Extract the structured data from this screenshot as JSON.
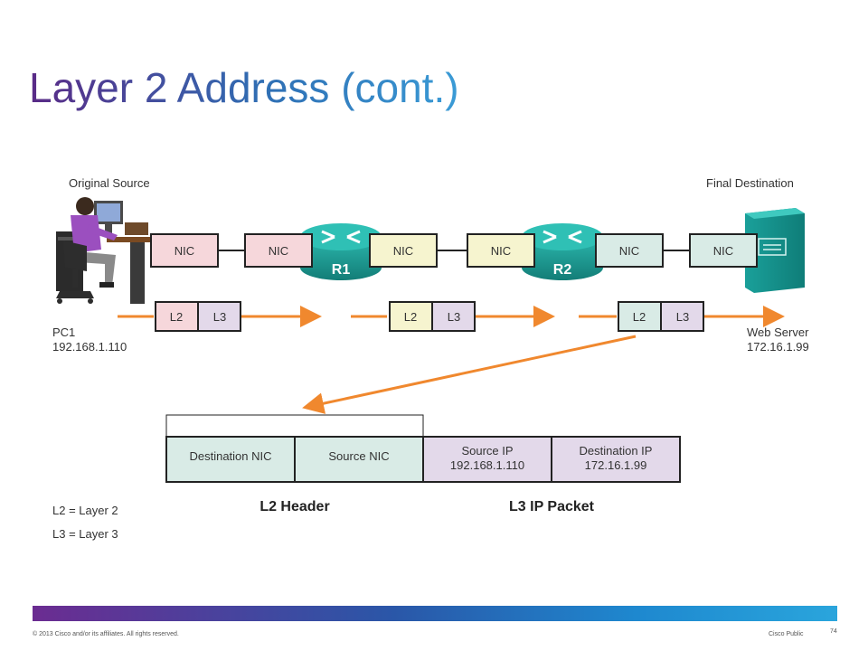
{
  "title": "Layer 2 Address (cont.)",
  "original_source_label": "Original Source",
  "final_destination_label": "Final Destination",
  "pc": {
    "name": "PC1",
    "ip": "192.168.1.110"
  },
  "server": {
    "name": "Web Server",
    "ip": "172.16.1.99"
  },
  "nic_label": "NIC",
  "routers": [
    "R1",
    "R2"
  ],
  "packet_labels": {
    "l2": "L2",
    "l3": "L3"
  },
  "frame": {
    "dest_nic": "Destination NIC",
    "source_nic": "Source NIC",
    "source_ip_label": "Source IP",
    "source_ip": "192.168.1.110",
    "dest_ip_label": "Destination IP",
    "dest_ip": "172.16.1.99",
    "l2_header": "L2 Header",
    "l3_packet": "L3 IP Packet"
  },
  "legend": [
    "L2 = Layer 2",
    "L3 = Layer 3"
  ],
  "footer": {
    "copyright": "© 2013 Cisco and/or its affiliates. All rights reserved.",
    "classification": "Cisco Public",
    "page": "74"
  },
  "colors": {
    "nic_pink": "#f6d7db",
    "nic_yellow": "#f6f4cf",
    "nic_green": "#d9ebe6",
    "l3_purple": "#e3d9ea",
    "arrow_orange": "#f0882e",
    "router_teal": "#1d9f97"
  }
}
